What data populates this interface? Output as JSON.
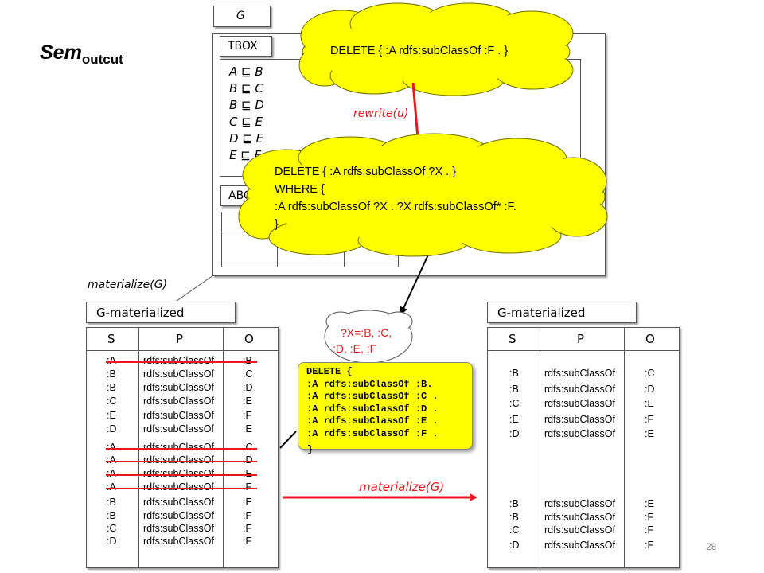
{
  "slide": {
    "title_main": "Sem",
    "title_sub": "outcut",
    "page_number": "28"
  },
  "g_box": {
    "label": "G",
    "tbox_label": "TBOX",
    "abox_label": "ABOX",
    "axioms": [
      "A ⊑ B",
      "B ⊑ C",
      "B ⊑ D",
      "C ⊑ E",
      "D ⊑ E",
      "E ⊑ F"
    ]
  },
  "labels": {
    "materialize_left": "materialize(G)",
    "rewrite": "rewrite(u)",
    "materialize_right": "materialize(G)"
  },
  "cloud_top": {
    "text": "DELETE { :A rdfs:subClassOf  :F . }"
  },
  "cloud_mid": {
    "lines": [
      "DELETE { :A rdfs:subClassOf  ?X . }",
      "WHERE {",
      ":A rdfs:subClassOf ?X . ?X rdfs:subClassOf* :F.",
      "}"
    ]
  },
  "bubble": {
    "lines": [
      "?X=:B, :C,",
      ":D, :E, :F"
    ]
  },
  "yellow_box": {
    "lines": [
      "DELETE {",
      ":A rdfs:subClassOf :B.",
      ":A rdfs:subClassOf :C .",
      ":A rdfs:subClassOf :D .",
      ":A rdfs:subClassOf :E .",
      ":A rdfs:subClassOf :F .",
      "}"
    ]
  },
  "left_table": {
    "title": "G-materialized",
    "headers": [
      "S",
      "P",
      "O"
    ],
    "rows": [
      [
        ":A",
        "rdfs:subClassOf",
        ":B"
      ],
      [
        ":B",
        "rdfs:subClassOf",
        ":C"
      ],
      [
        ":B",
        "rdfs:subClassOf",
        ":D"
      ],
      [
        ":C",
        "rdfs:subClassOf",
        ":E"
      ],
      [
        ":E",
        "rdfs:subClassOf",
        ":F"
      ],
      [
        ":D",
        "rdfs:subClassOf",
        ":E"
      ],
      [
        ":A",
        "rdfs:subClassOf",
        ":C"
      ],
      [
        ":A",
        "rdfs:subClassOf",
        ":D"
      ],
      [
        ":A",
        "rdfs:subClassOf",
        ":E"
      ],
      [
        ":A",
        "rdfs:subClassOf",
        ":F"
      ],
      [
        ":B",
        "rdfs:subClassOf",
        ":E"
      ],
      [
        ":B",
        "rdfs:subClassOf",
        ":F"
      ],
      [
        ":C",
        "rdfs:subClassOf",
        ":F"
      ],
      [
        ":D",
        "rdfs:subClassOf",
        ":F"
      ]
    ]
  },
  "right_table": {
    "title": "G-materialized",
    "headers": [
      "S",
      "P",
      "O"
    ],
    "rows_top": [
      [
        ":B",
        "rdfs:subClassOf",
        ":C"
      ],
      [
        ":B",
        "rdfs:subClassOf",
        ":D"
      ],
      [
        ":C",
        "rdfs:subClassOf",
        ":E"
      ],
      [
        ":E",
        "rdfs:subClassOf",
        ":F"
      ],
      [
        ":D",
        "rdfs:subClassOf",
        ":E"
      ]
    ],
    "rows_bottom": [
      [
        ":B",
        "rdfs:subClassOf",
        ":E"
      ],
      [
        ":B",
        "rdfs:subClassOf",
        ":F"
      ],
      [
        ":C",
        "rdfs:subClassOf",
        ":F"
      ],
      [
        ":D",
        "rdfs:subClassOf",
        ":F"
      ]
    ]
  },
  "colors": {
    "cloud_fill": "#ffff00",
    "strike": "#e8181e",
    "arrow": "#e8181e",
    "label_red": "#e8181e"
  }
}
